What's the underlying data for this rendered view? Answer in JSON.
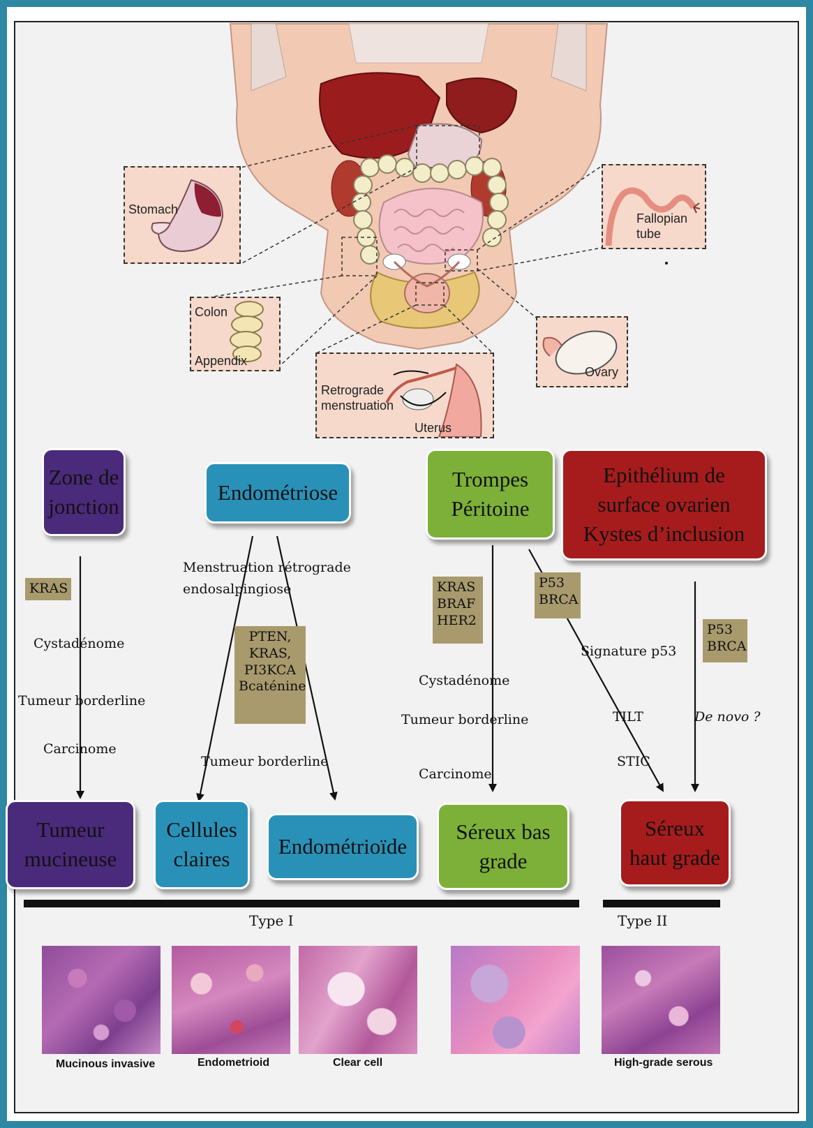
{
  "anatomy_labels": {
    "stomach": "Stomach",
    "colon": "Colon",
    "appendix": "Appendix",
    "retrograde": "Retrograde\nmenstruation",
    "uterus": "Uterus",
    "ovary": "Ovary",
    "fallopian": "Fallopian\ntube"
  },
  "origins": {
    "zone": "Zone de\njonction",
    "endometriose": "Endométriose",
    "trompes": "Trompes\nPéritoine",
    "epithelium": "Epithélium de\nsurface ovarien\nKystes d’inclusion"
  },
  "markers": {
    "kras": "KRAS",
    "pten": "PTEN,\nKRAS,\nPI3KCA\nBcaténine",
    "kras_braf": "KRAS\nBRAF\nHER2",
    "p53_brca_1": "P53\nBRCA",
    "p53_brca_2": "P53\nBRCA"
  },
  "steps": {
    "menstruation": "Menstruation rétrograde",
    "endosalpingiose": "endosalpingiose",
    "cystadenome_1": "Cystadénome",
    "borderline_1": "Tumeur borderline",
    "carcinome_1": "Carcinome",
    "borderline_2": "Tumeur borderline",
    "cystadenome_2": "Cystadénome",
    "borderline_3": "Tumeur borderline",
    "carcinome_2": "Carcinome",
    "signature": "Signature p53",
    "tilt": "TILT",
    "stic": "STIC",
    "de_novo": "De novo ?"
  },
  "outcomes": {
    "mucineuse": "Tumeur\nmucineuse",
    "claires": "Cellules\nclaires",
    "endometrioide": "Endométrioïde",
    "bas_grade": "Séreux bas\ngrade",
    "haut_grade": "Séreux\nhaut grade"
  },
  "types": {
    "type1": "Type I",
    "type2": "Type II"
  },
  "micrographs": {
    "mucinous": "Mucinous invasive",
    "endometrioid": "Endometrioid",
    "clear": "Clear cell",
    "high_grade": "High-grade serous"
  },
  "colors": {
    "frame": "#2e87a3",
    "purple": "#4a2a7a",
    "blue": "#2991b8",
    "green": "#7cb038",
    "red": "#a61c1c",
    "tag": "#a89a6c"
  }
}
